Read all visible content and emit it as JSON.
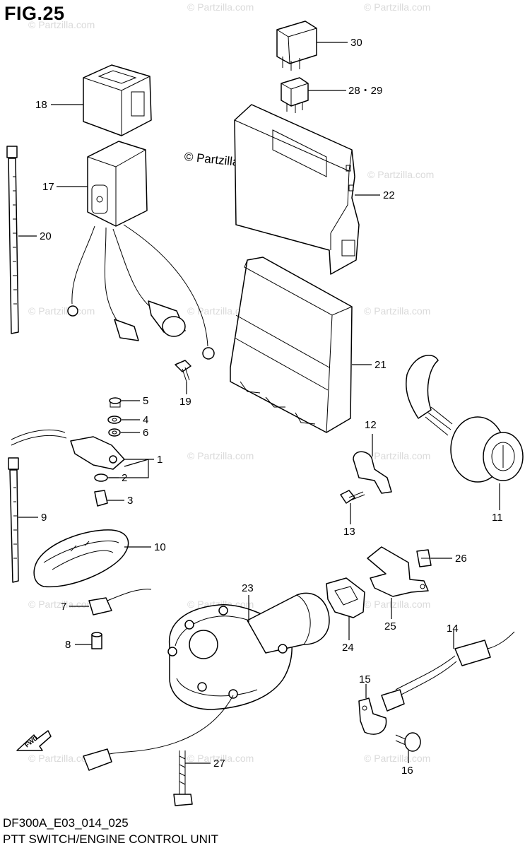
{
  "figure": {
    "title": "FIG.25",
    "drawing_code": "DF300A_E03_014_025",
    "caption": "PTT SWITCH/ENGINE CONTROL UNIT",
    "credit": "© Partzilla.com",
    "direction_marker": "FWD"
  },
  "watermark": {
    "text": "© Partzilla.com"
  },
  "callouts": [
    {
      "id": "c30",
      "label": "30"
    },
    {
      "id": "c28",
      "label": "28・29"
    },
    {
      "id": "c18",
      "label": "18"
    },
    {
      "id": "c22",
      "label": "22"
    },
    {
      "id": "c17",
      "label": "17"
    },
    {
      "id": "c20",
      "label": "20"
    },
    {
      "id": "c21",
      "label": "21"
    },
    {
      "id": "c19",
      "label": "19"
    },
    {
      "id": "c5",
      "label": "5"
    },
    {
      "id": "c4",
      "label": "4"
    },
    {
      "id": "c6",
      "label": "6"
    },
    {
      "id": "c1",
      "label": "1"
    },
    {
      "id": "c2",
      "label": "2"
    },
    {
      "id": "c3",
      "label": "3"
    },
    {
      "id": "c12",
      "label": "12"
    },
    {
      "id": "c11",
      "label": "11"
    },
    {
      "id": "c13",
      "label": "13"
    },
    {
      "id": "c9",
      "label": "9"
    },
    {
      "id": "c10",
      "label": "10"
    },
    {
      "id": "c26",
      "label": "26"
    },
    {
      "id": "c23",
      "label": "23"
    },
    {
      "id": "c7",
      "label": "7"
    },
    {
      "id": "c25",
      "label": "25"
    },
    {
      "id": "c24",
      "label": "24"
    },
    {
      "id": "c8",
      "label": "8"
    },
    {
      "id": "c14",
      "label": "14"
    },
    {
      "id": "c15",
      "label": "15"
    },
    {
      "id": "c27",
      "label": "27"
    },
    {
      "id": "c16",
      "label": "16"
    }
  ]
}
